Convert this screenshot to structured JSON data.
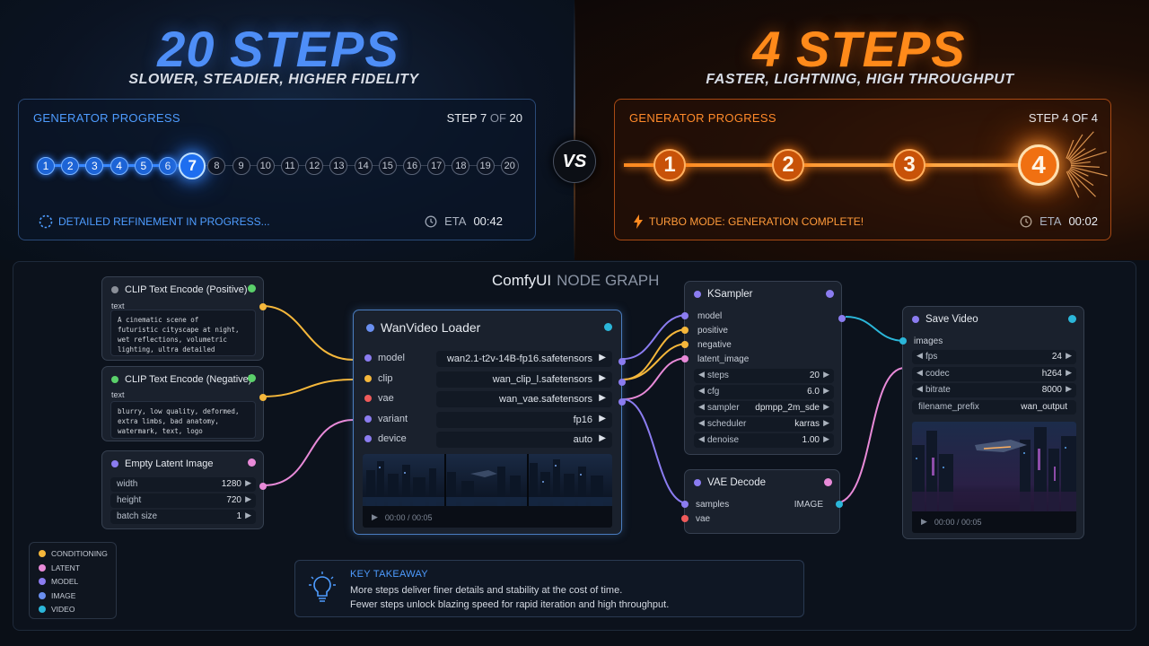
{
  "left": {
    "title": "20 STEPS",
    "subtitle": "SLOWER, STEADIER, HIGHER FIDELITY",
    "panel_label": "GENERATOR PROGRESS",
    "step_word": "STEP",
    "step_current": "7",
    "of_word": "OF",
    "step_total": "20",
    "steps": [
      "1",
      "2",
      "3",
      "4",
      "5",
      "6",
      "7",
      "8",
      "9",
      "10",
      "11",
      "12",
      "13",
      "14",
      "15",
      "16",
      "17",
      "18",
      "19",
      "20"
    ],
    "progress": 0.35,
    "status": "DETAILED REFINEMENT IN PROGRESS...",
    "eta_label": "ETA",
    "eta_value": "00:42",
    "accent": "#3c8cff"
  },
  "vs": "VS",
  "right": {
    "title": "4 STEPS",
    "subtitle": "FASTER, LIGHTNING, HIGH THROUGHPUT",
    "panel_label": "GENERATOR PROGRESS",
    "step_word": "STEP",
    "step_current": "4",
    "of_word": "OF",
    "step_total": "4",
    "steps": [
      "1",
      "2",
      "3",
      "4"
    ],
    "progress": 1.0,
    "status": "TURBO MODE: GENERATION COMPLETE!",
    "eta_label": "ETA",
    "eta_value": "00:02",
    "accent": "#ff8a20"
  },
  "graph": {
    "title": "ComfyUI",
    "title_suffix": "NODE GRAPH",
    "clip_pos": {
      "title": "CLIP Text Encode (Positive)",
      "field": "text",
      "text": "A cinematic scene of\nfuturistic cityscape at night,\nwet reflections, volumetric\nlighting, ultra detailed"
    },
    "clip_neg": {
      "title": "CLIP Text Encode (Negative)",
      "field": "text",
      "text": "blurry, low quality, deformed,\nextra limbs, bad anatomy,\nwatermark, text, logo"
    },
    "latent": {
      "title": "Empty Latent Image",
      "widgets": [
        {
          "name": "width",
          "value": "1280"
        },
        {
          "name": "height",
          "value": "720"
        },
        {
          "name": "batch size",
          "value": "1"
        }
      ]
    },
    "loader": {
      "title": "WanVideo Loader",
      "inputs": [
        {
          "name": "model",
          "value": "wan2.1-t2v-14B-fp16.safetensors",
          "color": "#8b7cf0"
        },
        {
          "name": "clip",
          "value": "wan_clip_l.safetensors",
          "color": "#f5b73b"
        },
        {
          "name": "vae",
          "value": "wan_vae.safetensors",
          "color": "#ef5b5b"
        },
        {
          "name": "variant",
          "value": "fp16",
          "color": "#8b7cf0"
        },
        {
          "name": "device",
          "value": "auto",
          "color": "#8b7cf0"
        }
      ],
      "time": "00:00 / 00:05"
    },
    "ksampler": {
      "title": "KSampler",
      "inputs": [
        "model",
        "positive",
        "negative",
        "latent_image"
      ],
      "widgets": [
        {
          "name": "steps",
          "value": "20"
        },
        {
          "name": "cfg",
          "value": "6.0"
        },
        {
          "name": "sampler",
          "value": "dpmpp_2m_sde"
        },
        {
          "name": "scheduler",
          "value": "karras"
        },
        {
          "name": "denoise",
          "value": "1.00"
        }
      ]
    },
    "vae_decode": {
      "title": "VAE Decode",
      "inputs": [
        "samples",
        "vae"
      ],
      "output": "IMAGE"
    },
    "save": {
      "title": "Save Video",
      "input": "images",
      "widgets": [
        {
          "name": "fps",
          "value": "24"
        },
        {
          "name": "codec",
          "value": "h264"
        },
        {
          "name": "bitrate",
          "value": "8000"
        },
        {
          "name": "filename_prefix",
          "value": "wan_output"
        }
      ],
      "time": "00:00 / 00:05"
    },
    "legend": [
      {
        "label": "CONDITIONING",
        "color": "#f5b73b"
      },
      {
        "label": "LATENT",
        "color": "#e88ad8"
      },
      {
        "label": "MODEL",
        "color": "#8b7cf0"
      },
      {
        "label": "IMAGE",
        "color": "#6a8ff0"
      },
      {
        "label": "VIDEO",
        "color": "#2bb6d9"
      }
    ],
    "takeaway": {
      "head": "KEY TAKEAWAY",
      "line1": "More steps deliver finer details and stability at the cost of time.",
      "line2": "Fewer steps unlock blazing speed for rapid iteration and high throughput."
    }
  }
}
